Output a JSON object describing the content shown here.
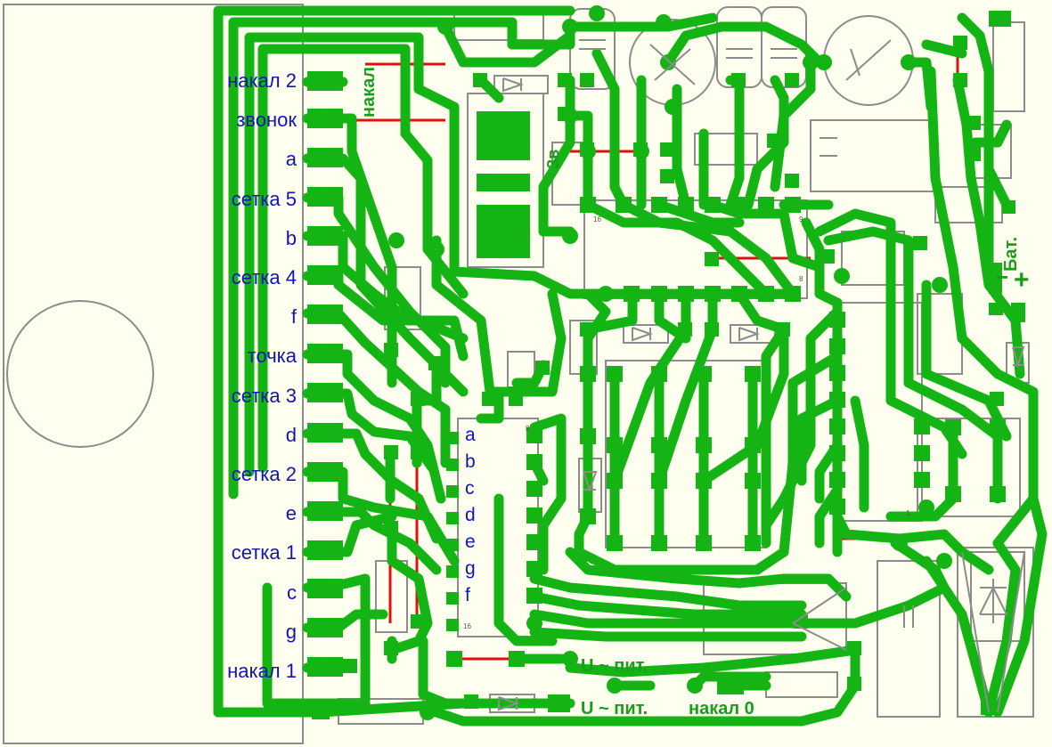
{
  "pin_labels": [
    {
      "text": "накал 2",
      "y": 0
    },
    {
      "text": "звонок",
      "y": 1
    },
    {
      "text": "a",
      "y": 2
    },
    {
      "text": "сетка 5",
      "y": 3
    },
    {
      "text": "b",
      "y": 4
    },
    {
      "text": "сетка 4",
      "y": 5
    },
    {
      "text": "f",
      "y": 6
    },
    {
      "text": "точка",
      "y": 7
    },
    {
      "text": "сетка 3",
      "y": 8
    },
    {
      "text": "d",
      "y": 9
    },
    {
      "text": "сетка 2",
      "y": 10
    },
    {
      "text": "e",
      "y": 11
    },
    {
      "text": "сетка 1",
      "y": 12
    },
    {
      "text": "c",
      "y": 13
    },
    {
      "text": "g",
      "y": 14
    },
    {
      "text": "накал 1",
      "y": 15
    }
  ],
  "ic_labels": [
    "a",
    "b",
    "c",
    "d",
    "e",
    "g",
    "f"
  ],
  "board_labels": {
    "nakal": "накал",
    "zv": "Зв",
    "bat": "Бат.",
    "minus": "−",
    "plus": "+",
    "u_pit_1": "U ~ пит.",
    "u_pit_2": "U ~ пит.",
    "nakal_0": "накал 0"
  },
  "ic_pins": {
    "p16a": "16",
    "p9a": "9",
    "p8a": "8",
    "p16b": "16",
    "p8b": "8",
    "p1": "1"
  },
  "colors": {
    "background": "#fffff0",
    "trace": "#14b414",
    "jumper": "#e01010",
    "outline": "#8c8c8c",
    "label": "#1414b4"
  }
}
